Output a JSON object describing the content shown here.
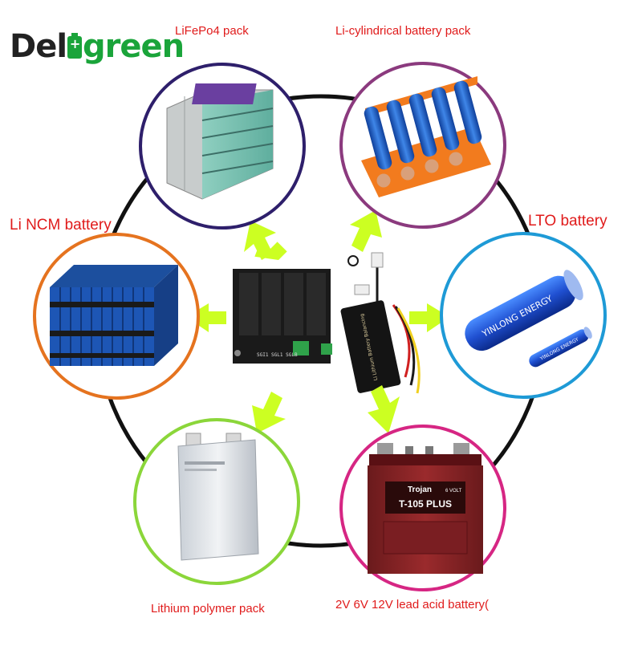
{
  "brand": {
    "name_part1": "Del",
    "name_part2": "green",
    "icon": "battery-plus-icon",
    "color_dark": "#222222",
    "color_green": "#1aa43a"
  },
  "center": {
    "items": [
      {
        "name": "balancer-board",
        "label_text": "SGI1 SGL1 SGLB"
      },
      {
        "name": "balancer-module",
        "label_text": "Li Lithium Battery Balancing"
      }
    ]
  },
  "batteries": [
    {
      "key": "lifepo4",
      "label": "LiFePo4 pack",
      "ring_color": "#2e1f6b"
    },
    {
      "key": "li-cylindrical",
      "label": "Li-cylindrical battery pack",
      "ring_color": "#8b3a7e"
    },
    {
      "key": "li-ncm",
      "label": "Li NCM battery",
      "ring_color": "#e5731f"
    },
    {
      "key": "lto",
      "label": "LTO battery",
      "ring_color": "#1e9ad6",
      "cell_text_big": "YINLONG ENERGY",
      "cell_text_small": "YINLONG ENERGY"
    },
    {
      "key": "lithium-polymer",
      "label": "Lithium polymer pack",
      "ring_color": "#8bd63a"
    },
    {
      "key": "lead-acid",
      "label": "2V 6V 12V lead acid battery(",
      "ring_color": "#d62683",
      "brand_text": "Trojan",
      "model_text": "T-105 PLUS",
      "volt_text": "6 VOLT"
    }
  ],
  "colors": {
    "connector_ring": "#111111",
    "arrow": "#ccff22",
    "label_text": "#e01b1b"
  }
}
